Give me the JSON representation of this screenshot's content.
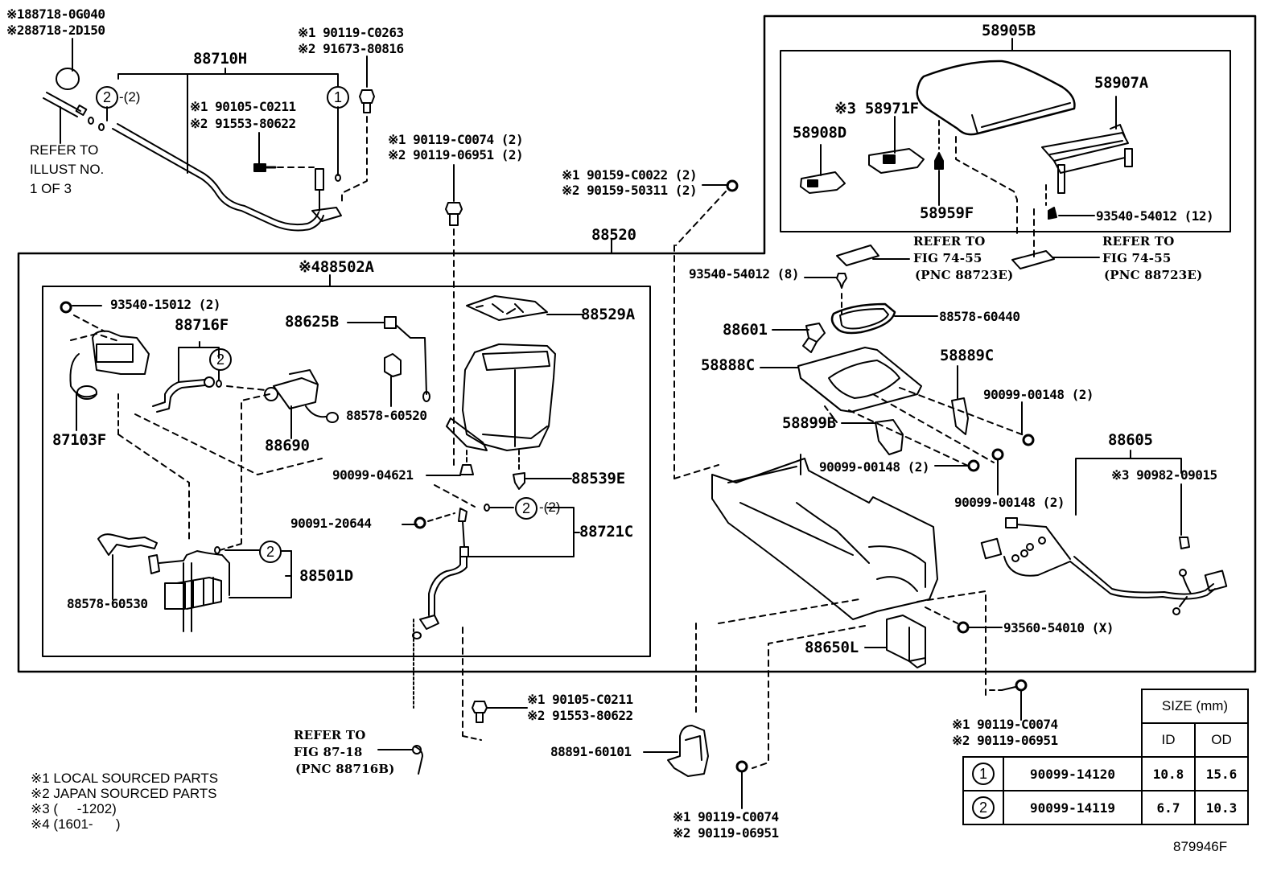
{
  "diagram": {
    "illustration_code": "879946F",
    "assemblies": {
      "outer_box": "88520",
      "armrest_box": "58905B",
      "inner_left_box": "※488502A",
      "hose_assy": "88710H",
      "harness": "88605",
      "cooler_pipe": "88721C",
      "evaporator": "88501D",
      "sensor_hose": "88716F"
    },
    "top_left": {
      "cap_line1": "※188718-0G040",
      "cap_line2": "※288718-2D150",
      "refer_line1": "REFER TO",
      "refer_line2": "ILLUST NO.",
      "refer_line3": "1 OF 3",
      "oring_qty": "-(2)",
      "bolt_a_line1": "※1 90119-C0263",
      "bolt_a_line2": "※2 91673-80816",
      "bolt_b_line1": "※1 90105-C0211",
      "bolt_b_line2": "※2 91553-80622"
    },
    "top_middle": {
      "bolt_c_line1": "※1 90119-C0074 (2)",
      "bolt_c_line2": "※2 90119-06951 (2)",
      "bolt_d_line1": "※1 90159-C0022 (2)",
      "bolt_d_line2": "※2 90159-50311 (2)"
    },
    "armrest": {
      "p1": "58907A",
      "p2": "※3 58971F",
      "p3": "58908D",
      "p4": "58959F",
      "p5": "93540-54012 (12)"
    },
    "right_middle": {
      "refer_a_line1": "REFER TO",
      "refer_a_line2": "FIG 74-55",
      "refer_a_line3": "(PNC 88723E)",
      "refer_b_line1": "REFER TO",
      "refer_b_line2": "FIG 74-55",
      "refer_b_line3": "(PNC 88723E)",
      "screw": "93540-54012 (8)",
      "gasket": "88578-60440",
      "p88601": "88601",
      "p58888c": "58888C",
      "p58889c": "58889C",
      "p58899b": "58899B",
      "clip_a": "90099-00148 (2)",
      "clip_b": "90099-00148 (2)",
      "clip_c": "90099-00148 (2)",
      "harness_sub": "※3 90982-09015",
      "bolt_e": "93560-54010 (X)",
      "p88650l": "88650L"
    },
    "inner_left": {
      "screw": "93540-15012 (2)",
      "p87103f": "87103F",
      "p88625b": "88625B",
      "p88529a": "88529A",
      "p88690": "88690",
      "p88578_60520": "88578-60520",
      "screw_b": "90099-04621",
      "p88539e": "88539E",
      "nut": "90091-20644",
      "oring_qty": "-(2)",
      "p88578_60530": "88578-60530"
    },
    "bottom": {
      "refer_line1": "REFER TO",
      "refer_line2": "FIG 87-18",
      "refer_line3": "(PNC 88716B)",
      "bolt_f_line1": "※1 90105-C0211",
      "bolt_f_line2": "※2 91553-80622",
      "bracket": "88891-60101",
      "bolt_g_line1": "※1 90119-C0074",
      "bolt_g_line2": "※2 90119-06951",
      "bolt_h_line1": "※1 90119-C0074",
      "bolt_h_line2": "※2 90119-06951"
    },
    "footnotes": [
      "※1 LOCAL SOURCED PARTS",
      "※2 JAPAN SOURCED PARTS",
      "※3 (     -1202)",
      "※4 (1601-      )"
    ],
    "oring_table": {
      "header_size": "SIZE (mm)",
      "header_id": "ID",
      "header_od": "OD",
      "rows": [
        {
          "ref": "1",
          "part": "90099-14120",
          "id": "10.8",
          "od": "15.6"
        },
        {
          "ref": "2",
          "part": "90099-14119",
          "id": "6.7",
          "od": "10.3"
        }
      ]
    },
    "callouts": {
      "one": "1",
      "two": "2"
    }
  }
}
